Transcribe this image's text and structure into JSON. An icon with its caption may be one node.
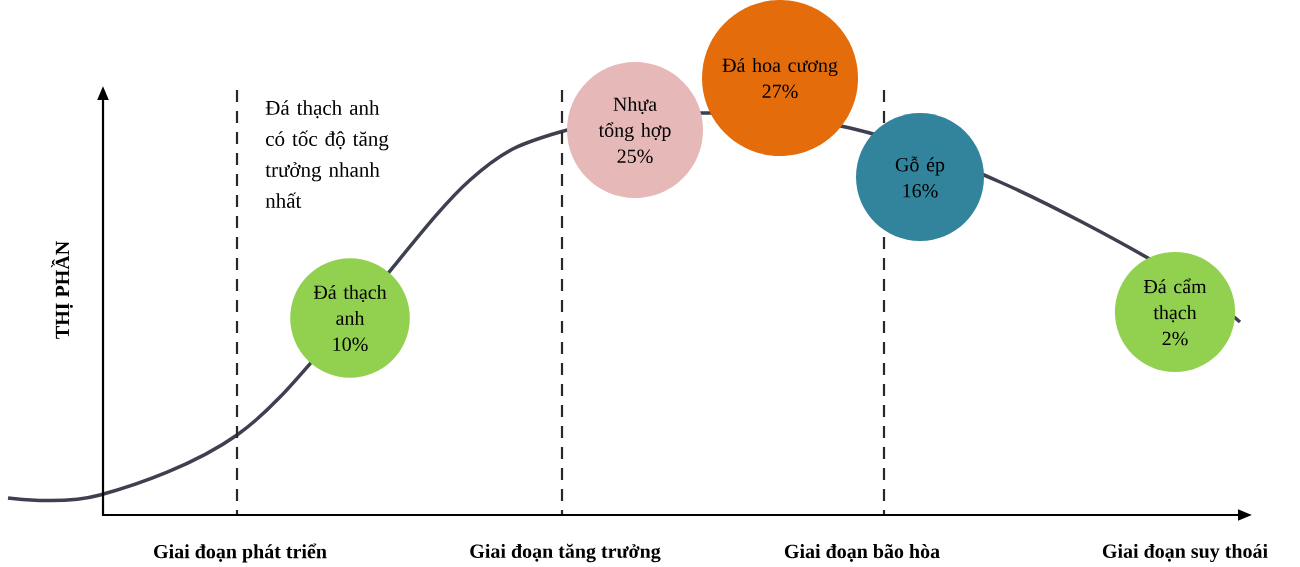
{
  "diagram": {
    "nodes": [
      {
        "text": [
          "Nhựa tổng hợp",
          "25%"
        ]
      },
      {
        "text": [
          "Đá hoa cương",
          "27%"
        ]
      },
      {
        "text": [
          "Gỗ ép",
          "16%"
        ]
      },
      {
        "text": [
          "Đá thạch anh",
          "10%"
        ]
      },
      {
        "text": [
          "Đá cẩm thạch",
          "2%"
        ]
      }
    ],
    "labels": [
      "Đá thạch anh có tốc độ tăng trưởng nhanh nhất",
      "THỊ PHẦN",
      "Giai đoạn phát triển",
      "Giai đoạn tăng trưởng",
      "Giai đoạn bão hòa",
      "Giai đoạn suy thoái"
    ]
  }
}
